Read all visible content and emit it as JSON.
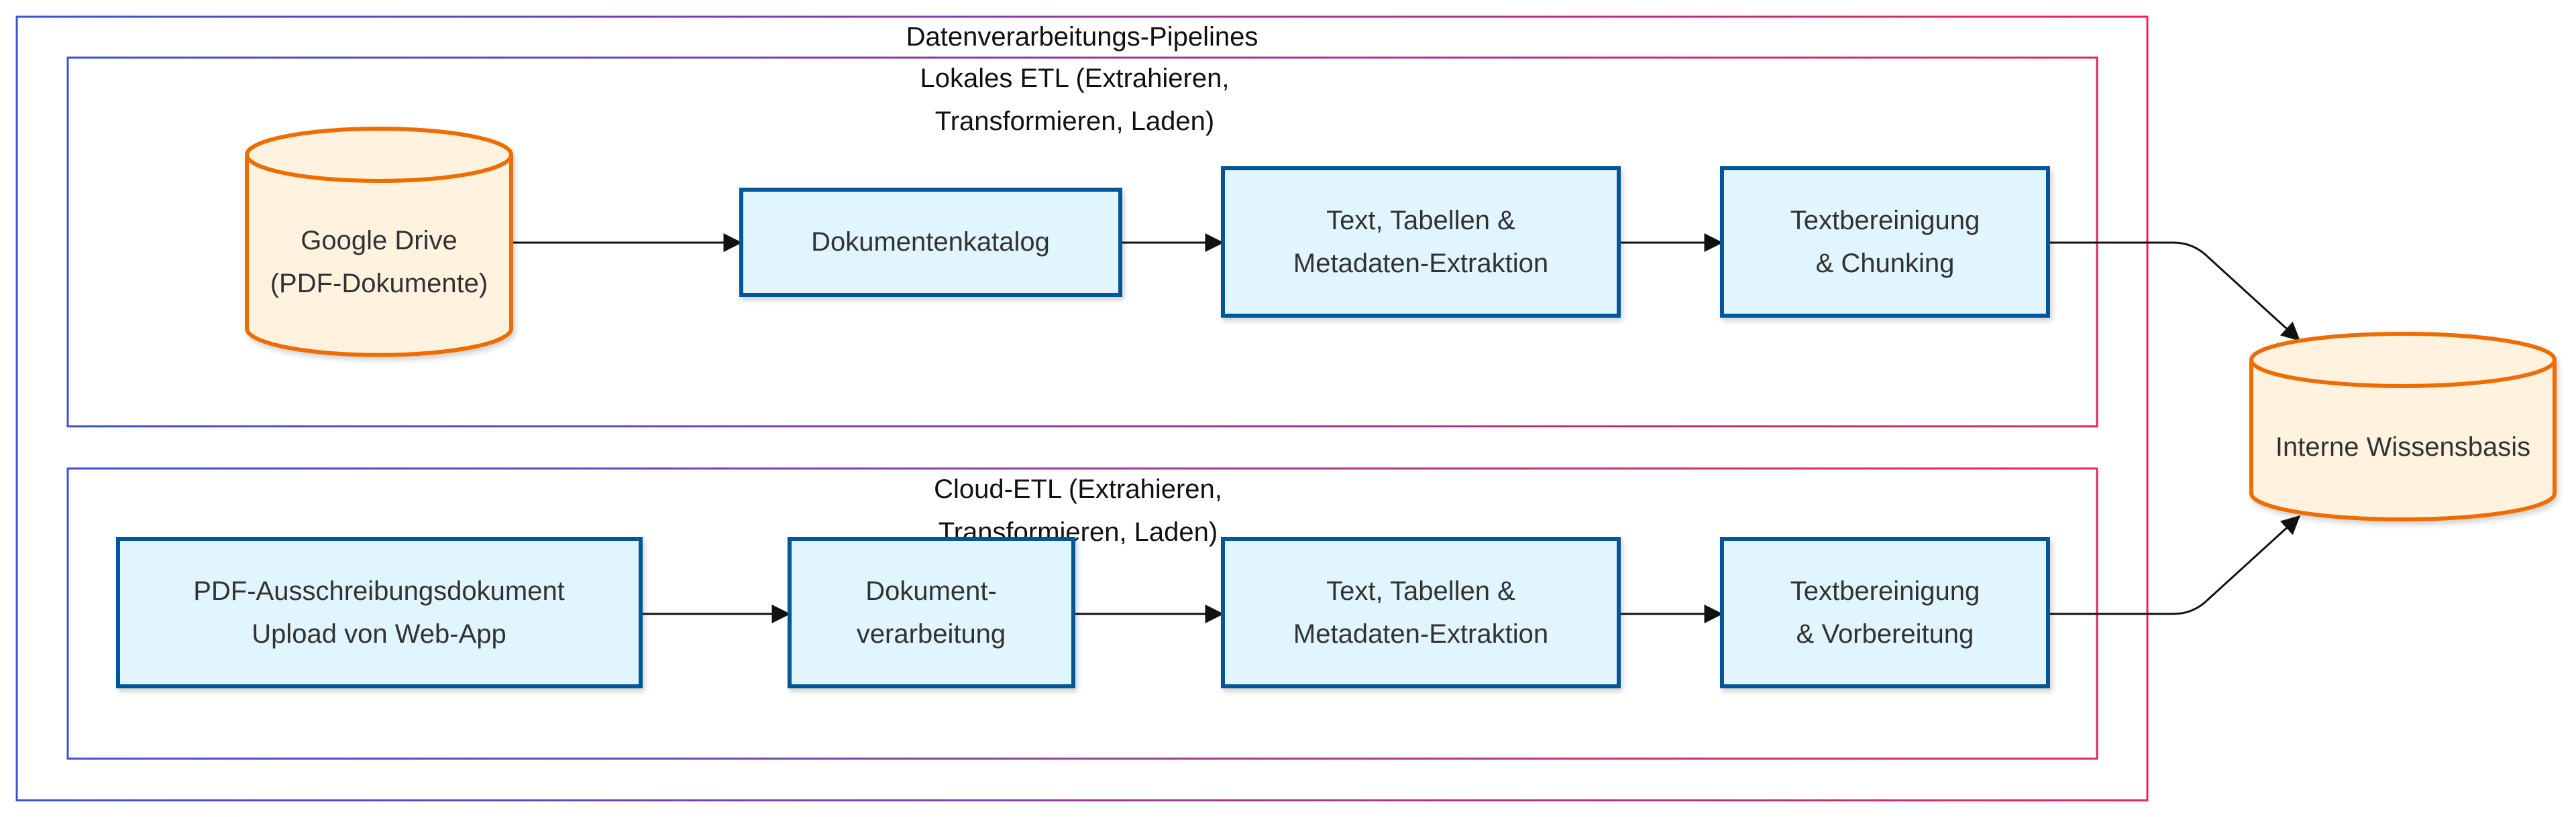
{
  "colors": {
    "process_fill": "#e1f5fe",
    "process_stroke": "#01579b",
    "storage_fill": "#fff3e0",
    "storage_stroke": "#ef6c00",
    "frame_gradient_start": "#3a4fd9",
    "frame_gradient_end": "#e8245c"
  },
  "outer_frame": {
    "title": "Datenverarbeitungs-Pipelines"
  },
  "local_etl": {
    "title_line1": "Lokales ETL (Extrahieren,",
    "title_line2": "Transformieren, Laden)",
    "source": {
      "line1": "Google Drive",
      "line2": "(PDF-Dokumente)"
    },
    "catalog": "Dokumentenkatalog",
    "extraction": {
      "line1": "Text, Tabellen &",
      "line2": "Metadaten-Extraktion"
    },
    "cleaning": {
      "line1": "Textbereinigung",
      "line2": "& Chunking"
    }
  },
  "cloud_etl": {
    "title_line1": "Cloud-ETL (Extrahieren,",
    "title_line2": "Transformieren, Laden)",
    "upload": {
      "line1": "PDF-Ausschreibungsdokument",
      "line2": "Upload von Web-App"
    },
    "processing": {
      "line1": "Dokument-",
      "line2": "verarbeitung"
    },
    "extraction": {
      "line1": "Text, Tabellen &",
      "line2": "Metadaten-Extraktion"
    },
    "preparation": {
      "line1": "Textbereinigung",
      "line2": "& Vorbereitung"
    }
  },
  "knowledge_base": {
    "label": "Interne Wissensbasis"
  }
}
